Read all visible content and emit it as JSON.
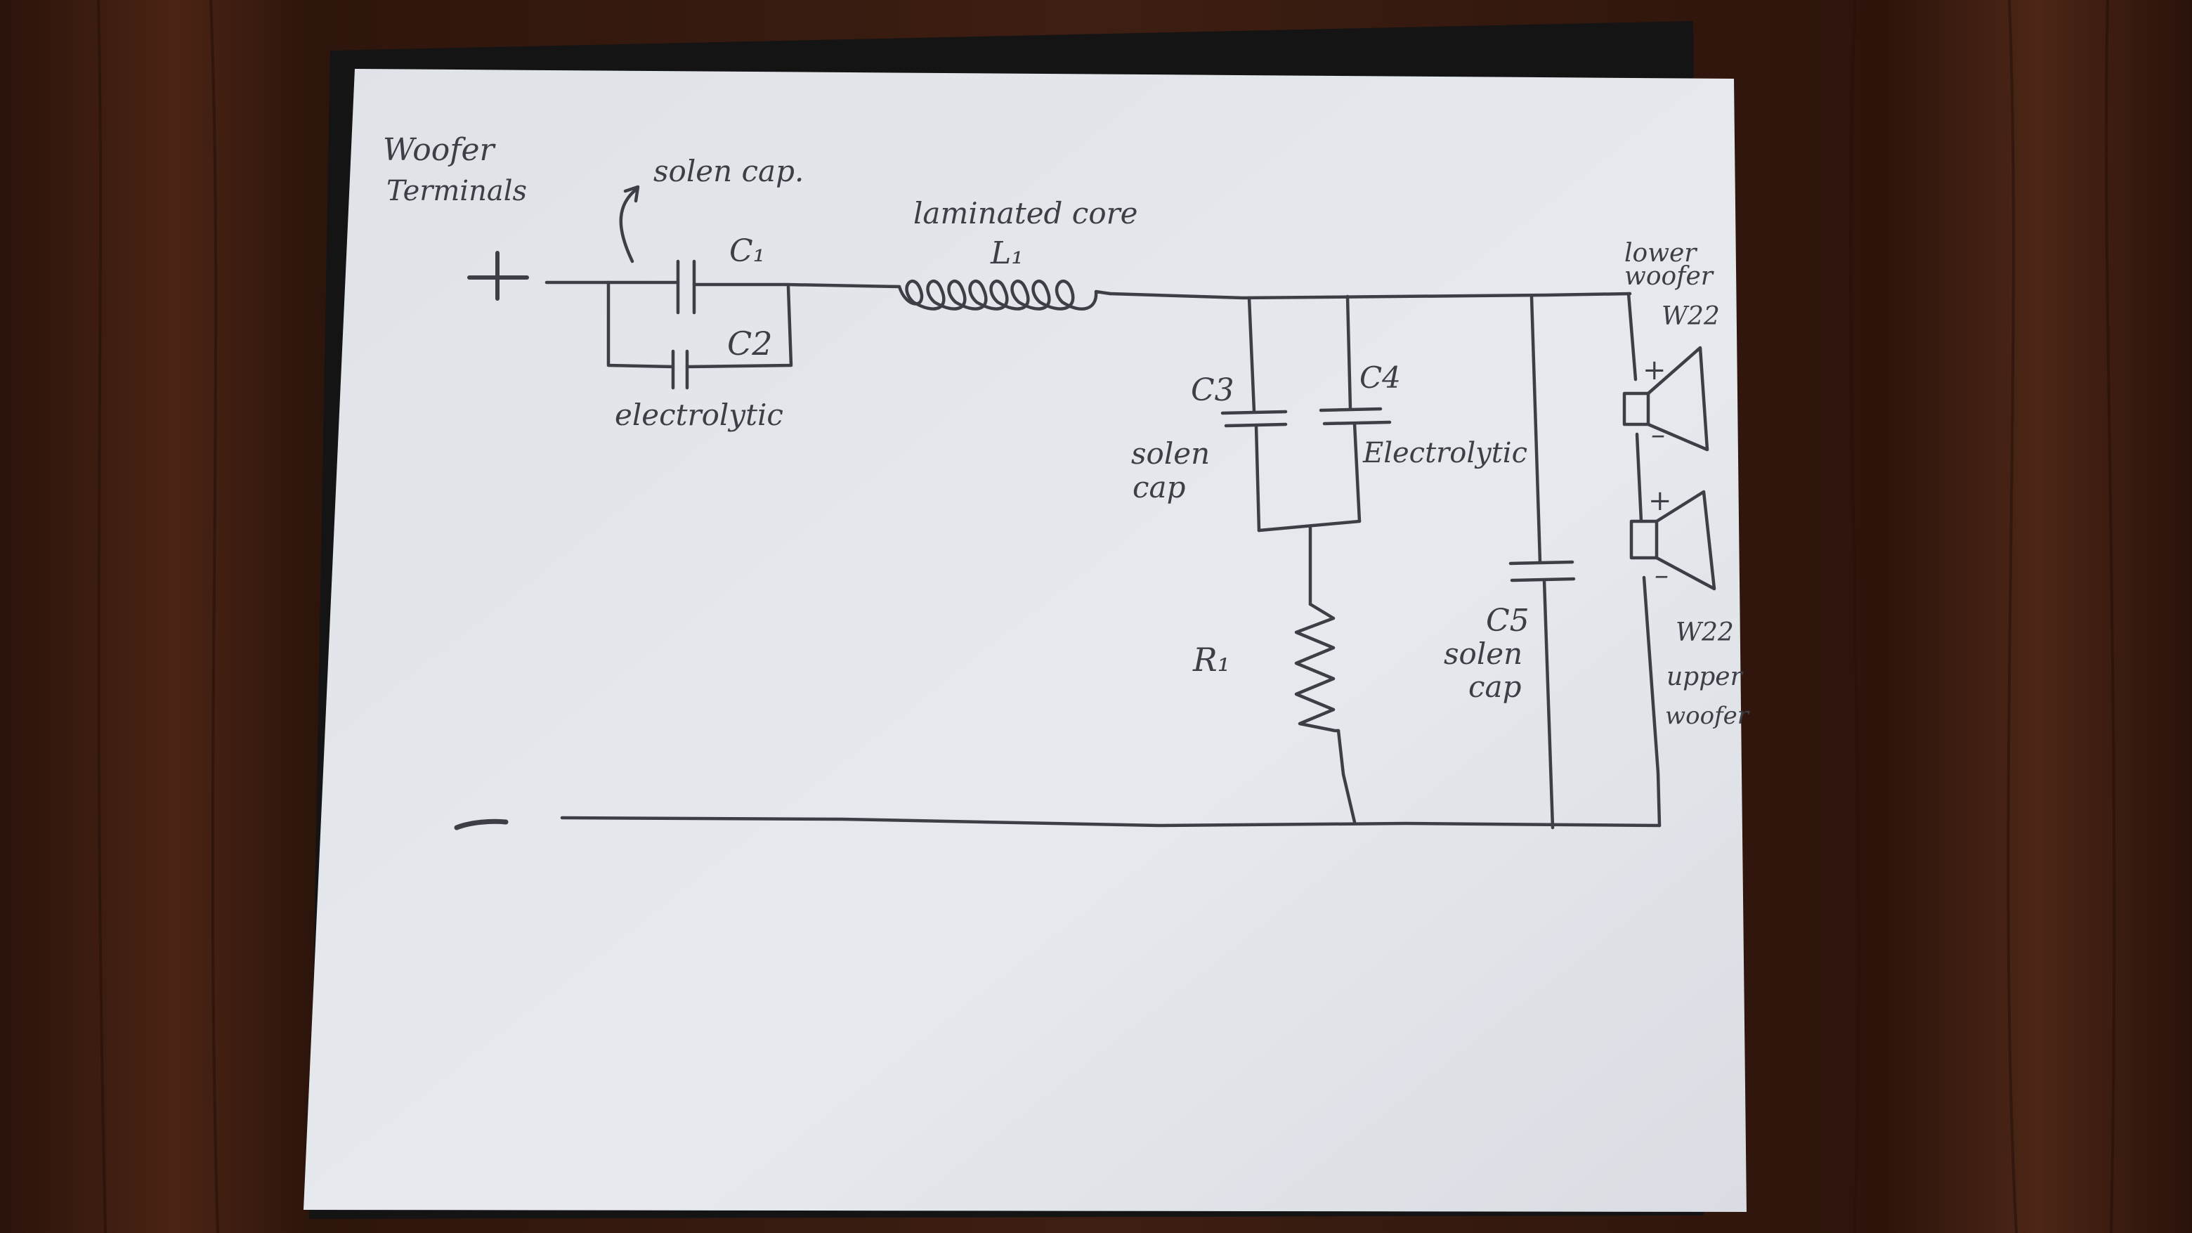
{
  "labels": {
    "woofer_terminals_1": "Woofer",
    "woofer_terminals_2": "Terminals",
    "plus_terminal": "+",
    "minus_terminal": "—",
    "solen_cap_note": "solen cap.",
    "c1": "C₁",
    "c2": "C2",
    "electrolytic_1": "electrolytic",
    "laminated_core": "laminated core",
    "l1": "L₁",
    "c3": "C3",
    "c4": "C4",
    "solen_cap_c3_1": "solen",
    "solen_cap_c3_2": "cap",
    "electrolytic_2": "Electrolytic",
    "r1": "R₁",
    "c5": "C5",
    "solen_cap_c5_1": "solen",
    "solen_cap_c5_2": "cap",
    "lower_woofer_1": "lower",
    "lower_woofer_2": "woofer",
    "w22_lower": "W22",
    "w22_upper": "W22",
    "upper_woofer_1": "upper",
    "upper_woofer_2": "woofer",
    "spk_plus_lower": "+",
    "spk_minus_lower": "–",
    "spk_plus_upper": "+",
    "spk_minus_upper": "–"
  },
  "colors": {
    "wood": "#3a1c11",
    "paper": "#e3e6ea",
    "ink": "#3c3f46"
  }
}
